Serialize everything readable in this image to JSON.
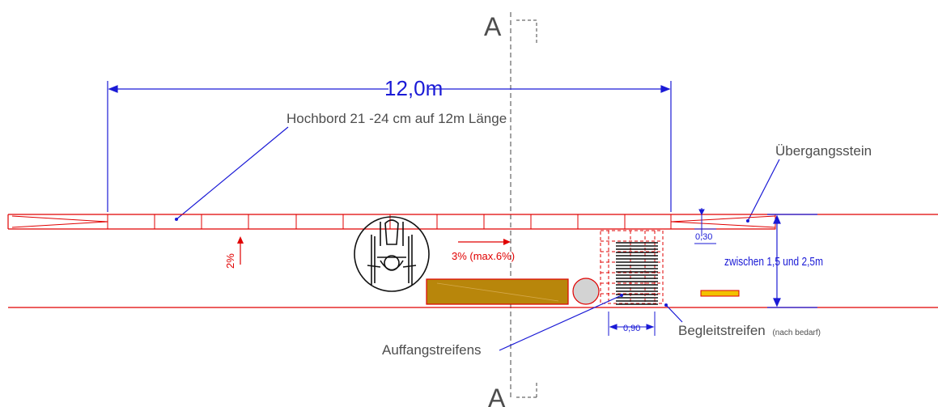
{
  "section_label_top": "A",
  "section_label_bottom": "A",
  "dimension_length": "12,0m",
  "label_hochbord": "Hochbord  21 -24 cm auf 12m Länge",
  "label_uebergangsstein": "Übergangsstein",
  "label_slope_cross": "2%",
  "label_slope_long": "3% (max.6%)",
  "dim_030": "0,30",
  "label_width_range": "zwischen 1,5 und 2,5m",
  "dim_090": "0,90",
  "label_begleitstreifen": "Begleitstreifen",
  "label_nach_bedarf": "(nach bedarf)",
  "label_auffangstreifens": "Auffangstreifens",
  "colors": {
    "red": "#e00000",
    "blue": "#1a1ad6",
    "brown": "#b8860b",
    "yellow": "#f2c200",
    "gray_text": "#4d4d4d"
  }
}
